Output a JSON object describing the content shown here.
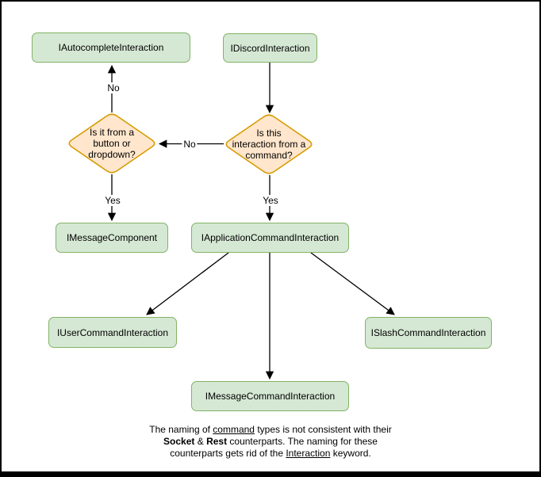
{
  "diagram": {
    "nodes": {
      "autocomplete": {
        "label": "IAutocompleteInteraction"
      },
      "discord": {
        "label": "IDiscordInteraction"
      },
      "message_component": {
        "label": "IMessageComponent"
      },
      "application_command": {
        "label": "IApplicationCommandInteraction"
      },
      "user_command": {
        "label": "IUserCommandInteraction"
      },
      "slash_command": {
        "label": "ISlashCommandInteraction"
      },
      "message_command": {
        "label": "IMessageCommandInteraction"
      }
    },
    "decisions": {
      "button_dropdown": {
        "lines": [
          "Is it from a",
          "button or",
          "dropdown?"
        ]
      },
      "from_command": {
        "lines": [
          "Is this",
          "interaction from a",
          "command?"
        ]
      }
    },
    "edge_labels": {
      "no_to_autocomplete": "No",
      "no_to_button_dropdown": "No",
      "yes_to_message_component": "Yes",
      "yes_to_application_command": "Yes"
    },
    "caption": {
      "line1": {
        "part1": "The naming of ",
        "part2": "command",
        "part3": " types is not consistent with their"
      },
      "line2": {
        "part1": "Socket",
        "part2": " & ",
        "part3": "Rest",
        "part4": " counterparts. The naming for these"
      },
      "line3": {
        "part1": "counterparts gets rid of the ",
        "part2": "Interaction",
        "part3": " keyword."
      }
    },
    "colors": {
      "node_fill": "#d5e8d4",
      "node_border": "#82b366",
      "decision_fill": "#ffe6cc",
      "decision_border": "#d79b00",
      "arrow": "#000000",
      "text": "#000000"
    }
  }
}
